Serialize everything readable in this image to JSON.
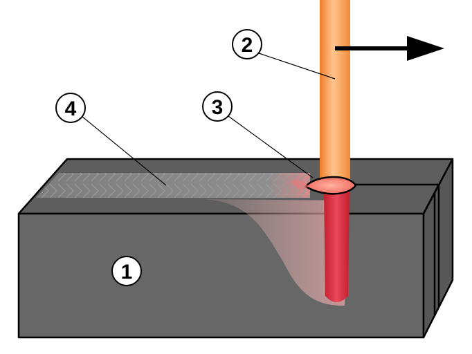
{
  "colors": {
    "background": "#ffffff",
    "workpiece_front": "#666666",
    "workpiece_top": "#5e5e5e",
    "workpiece_side": "#575757",
    "laser_beam": "#f5a86a",
    "keyhole": "#d22c3c",
    "weld_pool": "#ff8a78",
    "weld_seam": "#8c8c8c",
    "arrow": "#000000"
  },
  "direction_arrow": {
    "icon": "arrow-right-icon"
  },
  "callouts": [
    {
      "id": "workpiece",
      "label": "1"
    },
    {
      "id": "laser-beam",
      "label": "2"
    },
    {
      "id": "weld-pool",
      "label": "3"
    },
    {
      "id": "weld-seam",
      "label": "4"
    }
  ]
}
